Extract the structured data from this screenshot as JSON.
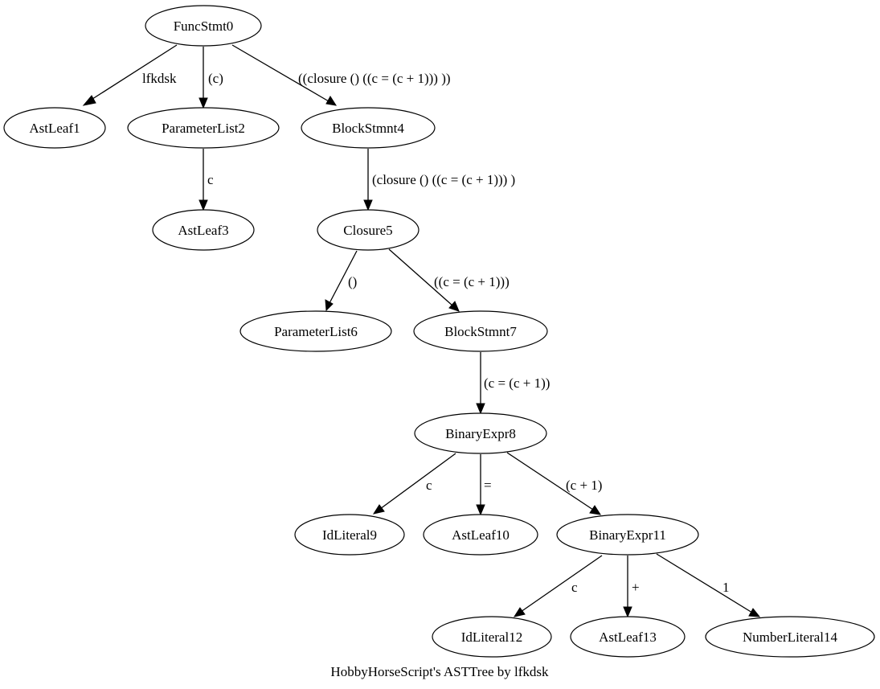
{
  "caption": "HobbyHorseScript's ASTTree by lfkdsk",
  "nodes": {
    "n0": "FuncStmt0",
    "n1": "AstLeaf1",
    "n2": "ParameterList2",
    "n3": "AstLeaf3",
    "n4": "BlockStmnt4",
    "n5": "Closure5",
    "n6": "ParameterList6",
    "n7": "BlockStmnt7",
    "n8": "BinaryExpr8",
    "n9": "IdLiteral9",
    "n10": "AstLeaf10",
    "n11": "BinaryExpr11",
    "n12": "IdLiteral12",
    "n13": "AstLeaf13",
    "n14": "NumberLiteral14"
  },
  "edges": {
    "e0_1": "lfkdsk",
    "e0_2": "(c)",
    "e0_4": "((closure () ((c = (c + 1))) ))",
    "e2_3": "c",
    "e4_5": "(closure () ((c = (c + 1))) )",
    "e5_6": "()",
    "e5_7": "((c = (c + 1)))",
    "e7_8": "(c = (c + 1))",
    "e8_9": "c",
    "e8_10": "=",
    "e8_11": "(c + 1)",
    "e11_12": "c",
    "e11_13": "+",
    "e11_14": "1"
  }
}
